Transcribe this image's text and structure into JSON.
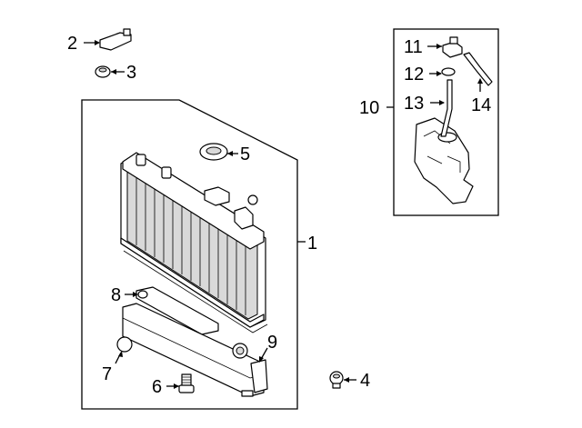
{
  "callouts": {
    "c1": "1",
    "c2": "2",
    "c3": "3",
    "c4": "4",
    "c5": "5",
    "c6": "6",
    "c7": "7",
    "c8": "8",
    "c9": "9",
    "c10": "10",
    "c11": "11",
    "c12": "12",
    "c13": "13",
    "c14": "14"
  },
  "parts": [
    {
      "callout": "1",
      "icon": "radiator-assembly-icon"
    },
    {
      "callout": "2",
      "icon": "bracket-icon"
    },
    {
      "callout": "3",
      "icon": "cushion-icon"
    },
    {
      "callout": "4",
      "icon": "cushion-icon"
    },
    {
      "callout": "5",
      "icon": "radiator-cap-icon"
    },
    {
      "callout": "6",
      "icon": "drain-plug-icon"
    },
    {
      "callout": "7",
      "icon": "o-ring-icon"
    },
    {
      "callout": "8",
      "icon": "upper-tank-hose-icon"
    },
    {
      "callout": "9",
      "icon": "lower-tank-icon"
    },
    {
      "callout": "10",
      "icon": "reservoir-assembly-icon"
    },
    {
      "callout": "11",
      "icon": "reservoir-cap-icon"
    },
    {
      "callout": "12",
      "icon": "seal-icon"
    },
    {
      "callout": "13",
      "icon": "overflow-hose-icon"
    },
    {
      "callout": "14",
      "icon": "hose-icon"
    }
  ],
  "colors": {
    "line": "#000000",
    "background": "#ffffff",
    "shade": "#d9d9d9"
  }
}
